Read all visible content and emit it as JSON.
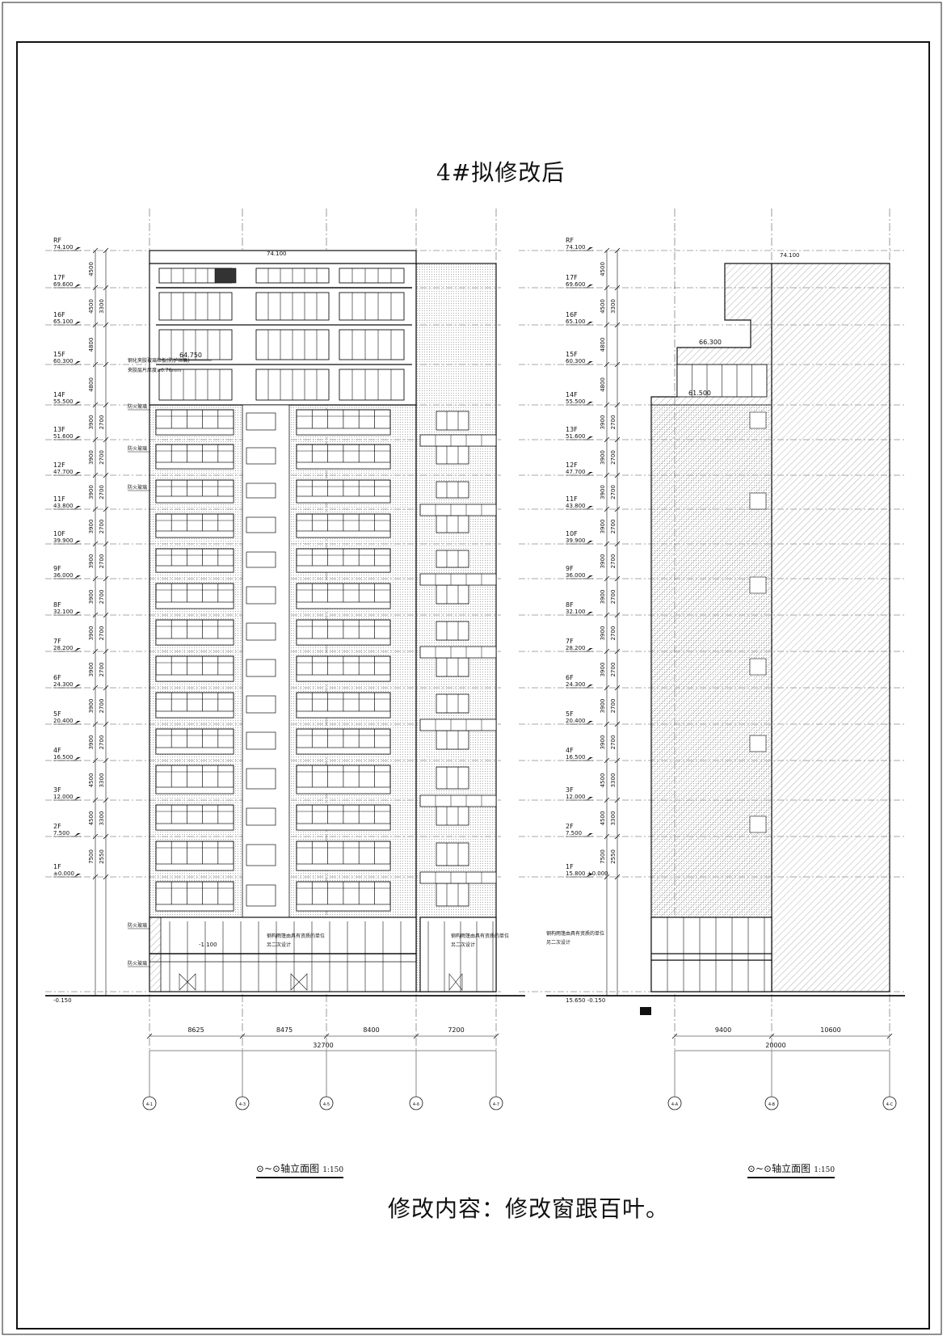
{
  "title": "4#拟修改后",
  "note": "修改内容：修改窗跟百叶。",
  "left_view": {
    "caption": "轴立面图",
    "scale": "1:150",
    "bubble_a": "4-1",
    "bubble_b": "4-7",
    "axes": [
      "4-1",
      "4-3",
      "4-5",
      "4-6",
      "4-7"
    ],
    "spans": [
      "8625",
      "8475",
      "8400",
      "7200"
    ],
    "total": "32700",
    "top_elev": "74.100",
    "elev_mark": "64.750",
    "canopy_mark": "-1.100",
    "annotations": [
      "钢化夹胶玻璃栏板(防护栏高)",
      "夹胶层片厚度≥0.76mm",
      "防火玻璃",
      "防火玻璃",
      "防火玻璃",
      "防火玻璃",
      "防火玻璃"
    ],
    "shopfront_note": [
      "钢构雨篷由具有资质的单位",
      "另二次设计"
    ]
  },
  "right_view": {
    "caption": "轴立面图",
    "scale": "1:150",
    "bubble_a": "4-A",
    "bubble_b": "4-C",
    "axes": [
      "4-A",
      "4-B",
      "4-C"
    ],
    "spans": [
      "9400",
      "10600"
    ],
    "total": "20000",
    "top_elev": "74.100",
    "elev_mark_a": "66.300",
    "elev_mark_b": "61.500",
    "base_levels": [
      "15.800 ±0.000",
      "15.650 -0.150"
    ],
    "shopfront_note": [
      "钢构雨篷由具有资质的单位",
      "另二次设计"
    ]
  },
  "floors": [
    {
      "name": "RF",
      "elev": "74.100"
    },
    {
      "name": "17F",
      "elev": "69.600"
    },
    {
      "name": "16F",
      "elev": "65.100"
    },
    {
      "name": "15F",
      "elev": "60.300"
    },
    {
      "name": "14F",
      "elev": "55.500"
    },
    {
      "name": "13F",
      "elev": "51.600"
    },
    {
      "name": "12F",
      "elev": "47.700"
    },
    {
      "name": "11F",
      "elev": "43.800"
    },
    {
      "name": "10F",
      "elev": "39.900"
    },
    {
      "name": "9F",
      "elev": "36.000"
    },
    {
      "name": "8F",
      "elev": "32.100"
    },
    {
      "name": "7F",
      "elev": "28.200"
    },
    {
      "name": "6F",
      "elev": "24.300"
    },
    {
      "name": "5F",
      "elev": "20.400"
    },
    {
      "name": "4F",
      "elev": "16.500"
    },
    {
      "name": "3F",
      "elev": "12.000"
    },
    {
      "name": "2F",
      "elev": "7.500"
    },
    {
      "name": "1F",
      "elev": "±0.000"
    }
  ],
  "ground_left": "-0.150",
  "storey_dims": [
    "4500",
    "4500",
    "4800",
    "4800",
    "3900",
    "3900",
    "3900",
    "3900",
    "3900",
    "3900",
    "3900",
    "3900",
    "3900",
    "3900",
    "4500",
    "4500",
    "7500"
  ],
  "right_sub_dims": [
    "",
    "3300",
    "",
    "",
    "2700",
    "2700",
    "2700",
    "2700",
    "2700",
    "2700",
    "2700",
    "2700",
    "2700",
    "2700",
    "3300",
    "3300",
    "2550"
  ]
}
